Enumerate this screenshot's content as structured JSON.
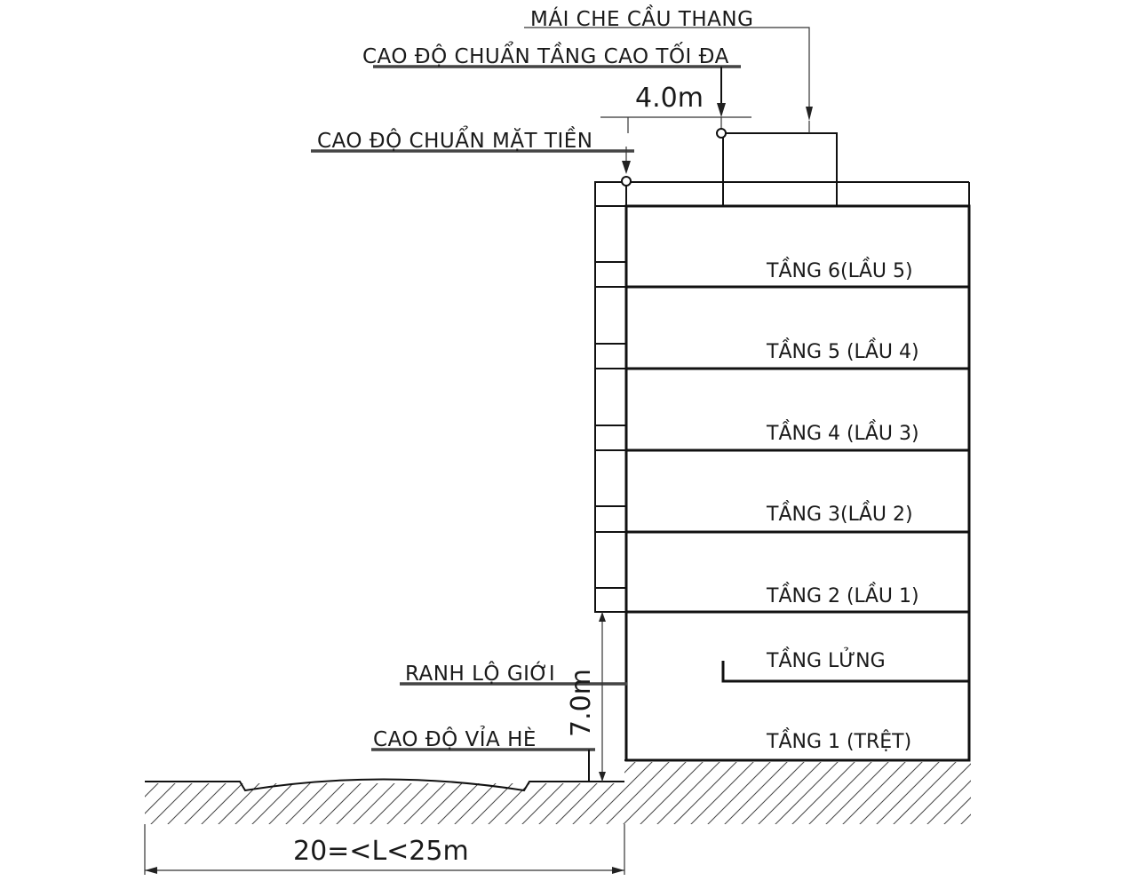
{
  "annotations": {
    "stair_roof": "MÁI CHE CẦU THANG",
    "max_height_datum": "CAO ĐỘ CHUẨN TẦNG CAO TỐI ĐA",
    "facade_datum": "CAO ĐỘ CHUẨN MẶT TIỀN",
    "boundary_line": "RANH LỘ GIỚI",
    "sidewalk_level": "CAO ĐỘ VỈA HÈ"
  },
  "dimensions": {
    "setback_height": "4.0m",
    "ground_to_facade": "7.0m",
    "street_width": "20=<L<25m"
  },
  "floors": [
    "TẦNG 6(LẦU 5)",
    "TẦNG 5 (LẦU 4)",
    "TẦNG 4 (LẦU 3)",
    "TẦNG 3(LẦU 2)",
    "TẦNG 2 (LẦU 1)",
    "TẦNG LỬNG",
    "TẦNG 1 (TRỆT)"
  ]
}
